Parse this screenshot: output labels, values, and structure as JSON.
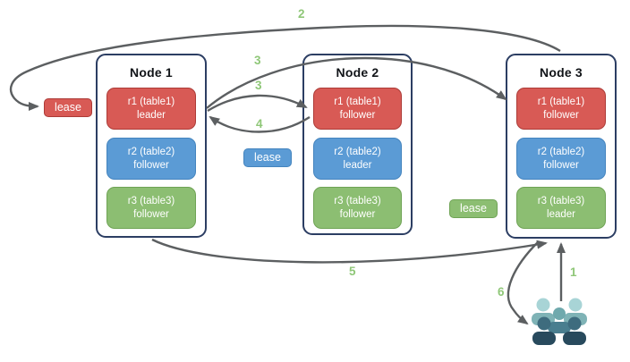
{
  "nodes": [
    {
      "title": "Node 1",
      "replicas": [
        {
          "name": "r1 (table1)",
          "role": "leader"
        },
        {
          "name": "r2 (table2)",
          "role": "follower"
        },
        {
          "name": "r3 (table3)",
          "role": "follower"
        }
      ]
    },
    {
      "title": "Node 2",
      "replicas": [
        {
          "name": "r1 (table1)",
          "role": "follower"
        },
        {
          "name": "r2 (table2)",
          "role": "leader"
        },
        {
          "name": "r3 (table3)",
          "role": "follower"
        }
      ]
    },
    {
      "title": "Node 3",
      "replicas": [
        {
          "name": "r1 (table1)",
          "role": "follower"
        },
        {
          "name": "r2 (table2)",
          "role": "follower"
        },
        {
          "name": "r3 (table3)",
          "role": "leader"
        }
      ]
    }
  ],
  "leases": [
    {
      "label": "lease",
      "color": "#D85A55"
    },
    {
      "label": "lease",
      "color": "#5B9BD5"
    },
    {
      "label": "lease",
      "color": "#8CBE72"
    }
  ],
  "steps": {
    "s1": "1",
    "s2": "2",
    "s3_top": "3",
    "s3_mid": "3",
    "s4": "4",
    "s5": "5",
    "s6": "6"
  },
  "colors": {
    "arrow": "#5c5f61",
    "step_label": "#8FC778",
    "node_border": "#2c3e63",
    "red_fill": "#D85A55",
    "red_border": "#AC3B37",
    "blue_fill": "#5B9BD5",
    "blue_border": "#4484BE",
    "green_fill": "#8CBE72",
    "green_border": "#6FA355"
  },
  "people": {
    "label": "clients",
    "colors": {
      "back_head": "#A8D4D6",
      "back_body": "#7FB3B6",
      "mid_head": "#6FA9AD",
      "mid_body": "#497E8F",
      "front_head": "#3E6C7E",
      "front_body": "#284A5D"
    }
  }
}
